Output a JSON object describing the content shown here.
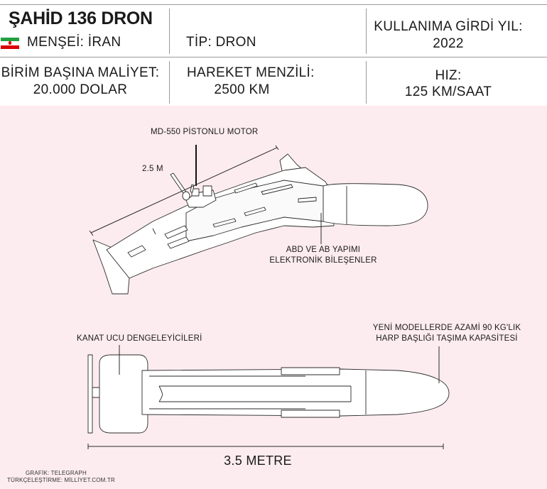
{
  "header": {
    "title": "ŞAHİD 136 DRON",
    "origin": "MENŞEİ: İRAN",
    "type": "TİP: DRON",
    "service_year_label": "KULLANIMA GİRDİ YIL:",
    "service_year_value": "2022",
    "unit_cost_label": "BİRİM BAŞINA MALİYET:",
    "unit_cost_value": "20.000 DOLAR",
    "range_label": "HAREKET MENZİLİ:",
    "range_value": "2500 KM",
    "speed_label": "HIZ:",
    "speed_value": "125 KM/SAAT"
  },
  "flag": {
    "name": "iran-flag",
    "colors": [
      "#239f40",
      "#ffffff",
      "#da0000"
    ]
  },
  "diagram": {
    "engine_label": "MD-550 PİSTONLU MOTOR",
    "wingspan_label": "2.5 M",
    "electronics_label_line1": "ABD VE AB YAPIMI",
    "electronics_label_line2": "ELEKTRONİK BİLEŞENLER",
    "stabilizers_label": "KANAT UCU DENGELEYİCİLERİ",
    "warhead_label_line1": "YENİ MODELLERDE AZAMİ 90 KG'LIK",
    "warhead_label_line2": "HARP BAŞLIĞI TAŞIMA KAPASİTESİ",
    "length_label": "3.5 METRE"
  },
  "credits": {
    "graphic": "GRAFİK: TELEGRAPH",
    "translation": "TÜRKÇELEŞTİRME: MİLLİYET.COM.TR"
  },
  "colors": {
    "background_panel": "#fdecef",
    "lines": "#9a9a9a",
    "text": "#1a1a1a"
  }
}
